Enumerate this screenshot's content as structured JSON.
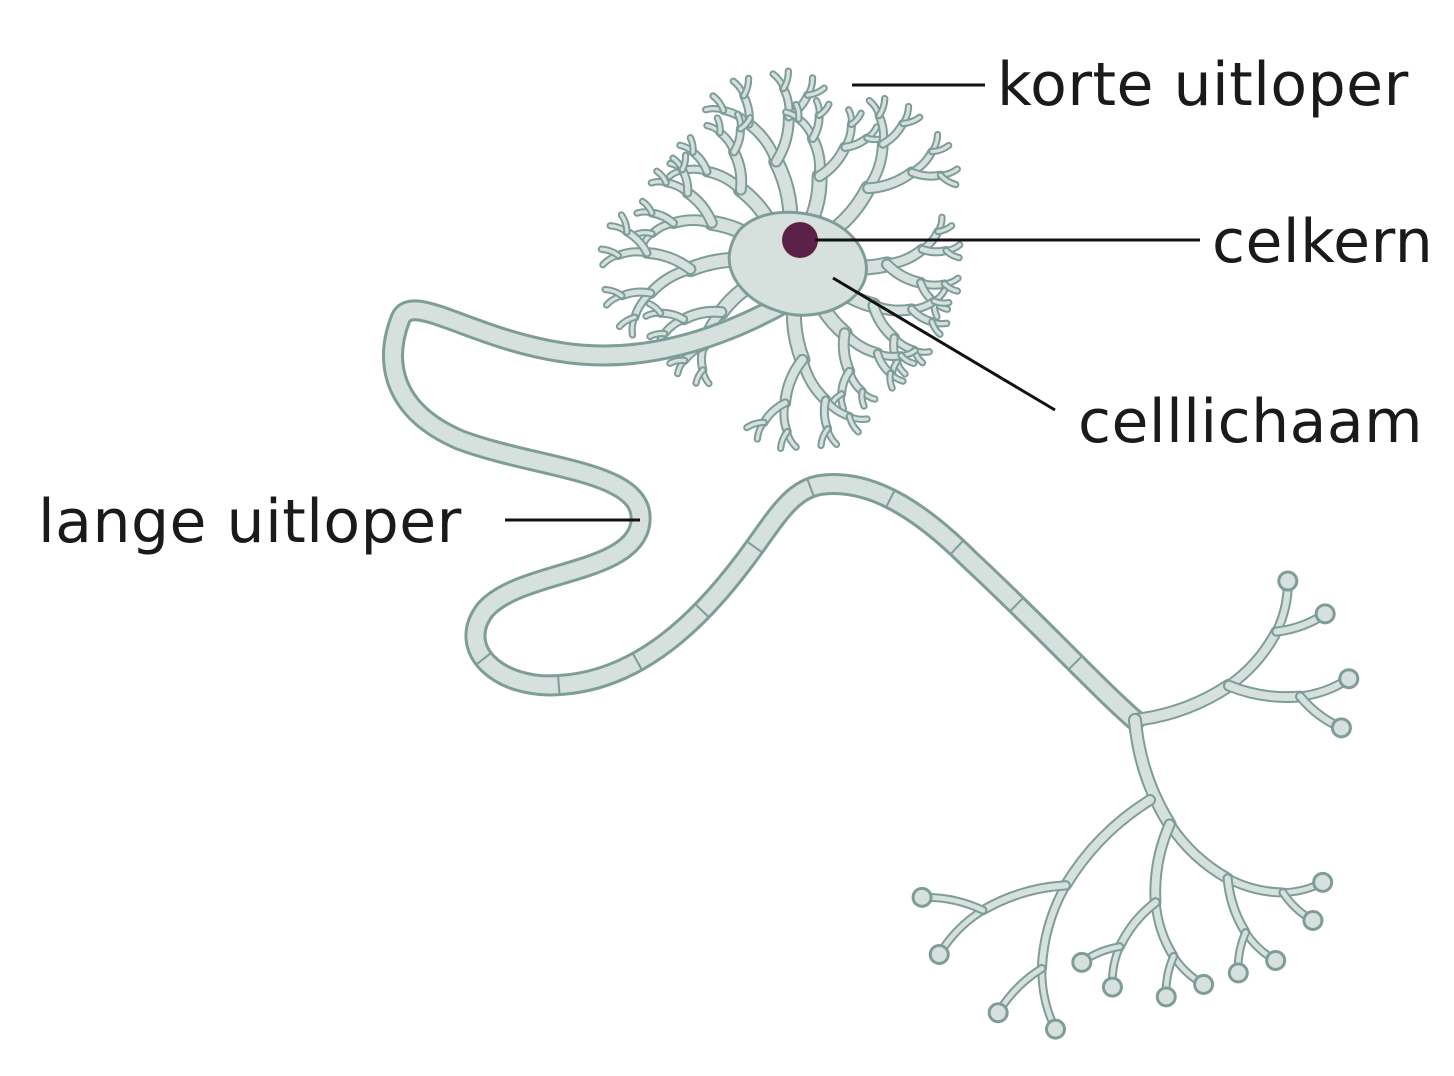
{
  "labels": {
    "dendrite": "korte uitloper",
    "nucleus": "celkern",
    "cell_body": "celllichaam",
    "axon": "lange uitloper"
  },
  "colors": {
    "fill": "#d6e1de",
    "outline": "#7e9d98",
    "nucleus": "#5b2147",
    "text": "#1a1a1a"
  }
}
